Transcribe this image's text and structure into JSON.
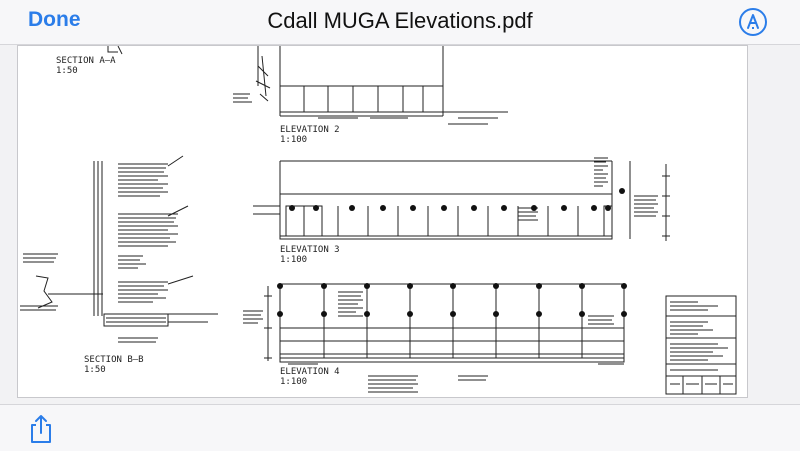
{
  "toolbar": {
    "done_label": "Done",
    "title": "Cdall MUGA Elevations.pdf",
    "markup_icon": "markup-pencil-icon"
  },
  "bottom_toolbar": {
    "share_icon": "share-icon"
  },
  "drawing": {
    "section_aa_title": "SECTION  A–A",
    "section_aa_scale": "1:50",
    "elevation_2_title": "ELEVATION  2",
    "elevation_2_scale": "1:100",
    "elevation_3_title": "ELEVATION  3",
    "elevation_3_scale": "1:100",
    "elevation_4_title": "ELEVATION  4",
    "elevation_4_scale": "1:100",
    "section_bb_title": "SECTION  B–B",
    "section_bb_scale": "1:50"
  },
  "colors": {
    "accent": "#2b7de9",
    "line": "#222222"
  }
}
